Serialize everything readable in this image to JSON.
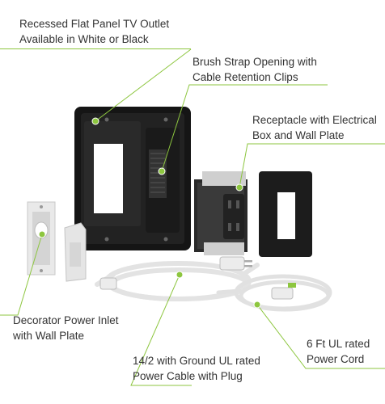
{
  "captions": {
    "outlet": [
      "Recessed Flat Panel TV Outlet",
      "Available in White or Black"
    ],
    "brush": [
      "Brush Strap Opening with",
      "Cable Retention Clips"
    ],
    "receptacle": [
      "Receptacle with Electrical",
      "Box and Wall Plate"
    ],
    "inlet": [
      "Decorator Power Inlet",
      "with Wall Plate"
    ],
    "cable": [
      "14/2 with Ground UL rated",
      "Power Cable with Plug"
    ],
    "cord": [
      "6 Ft UL rated",
      "Power Cord"
    ]
  },
  "colors": {
    "accent": "#8dc63f",
    "plate": "#1d1d1d",
    "white_parts": "#e8e8e8"
  }
}
